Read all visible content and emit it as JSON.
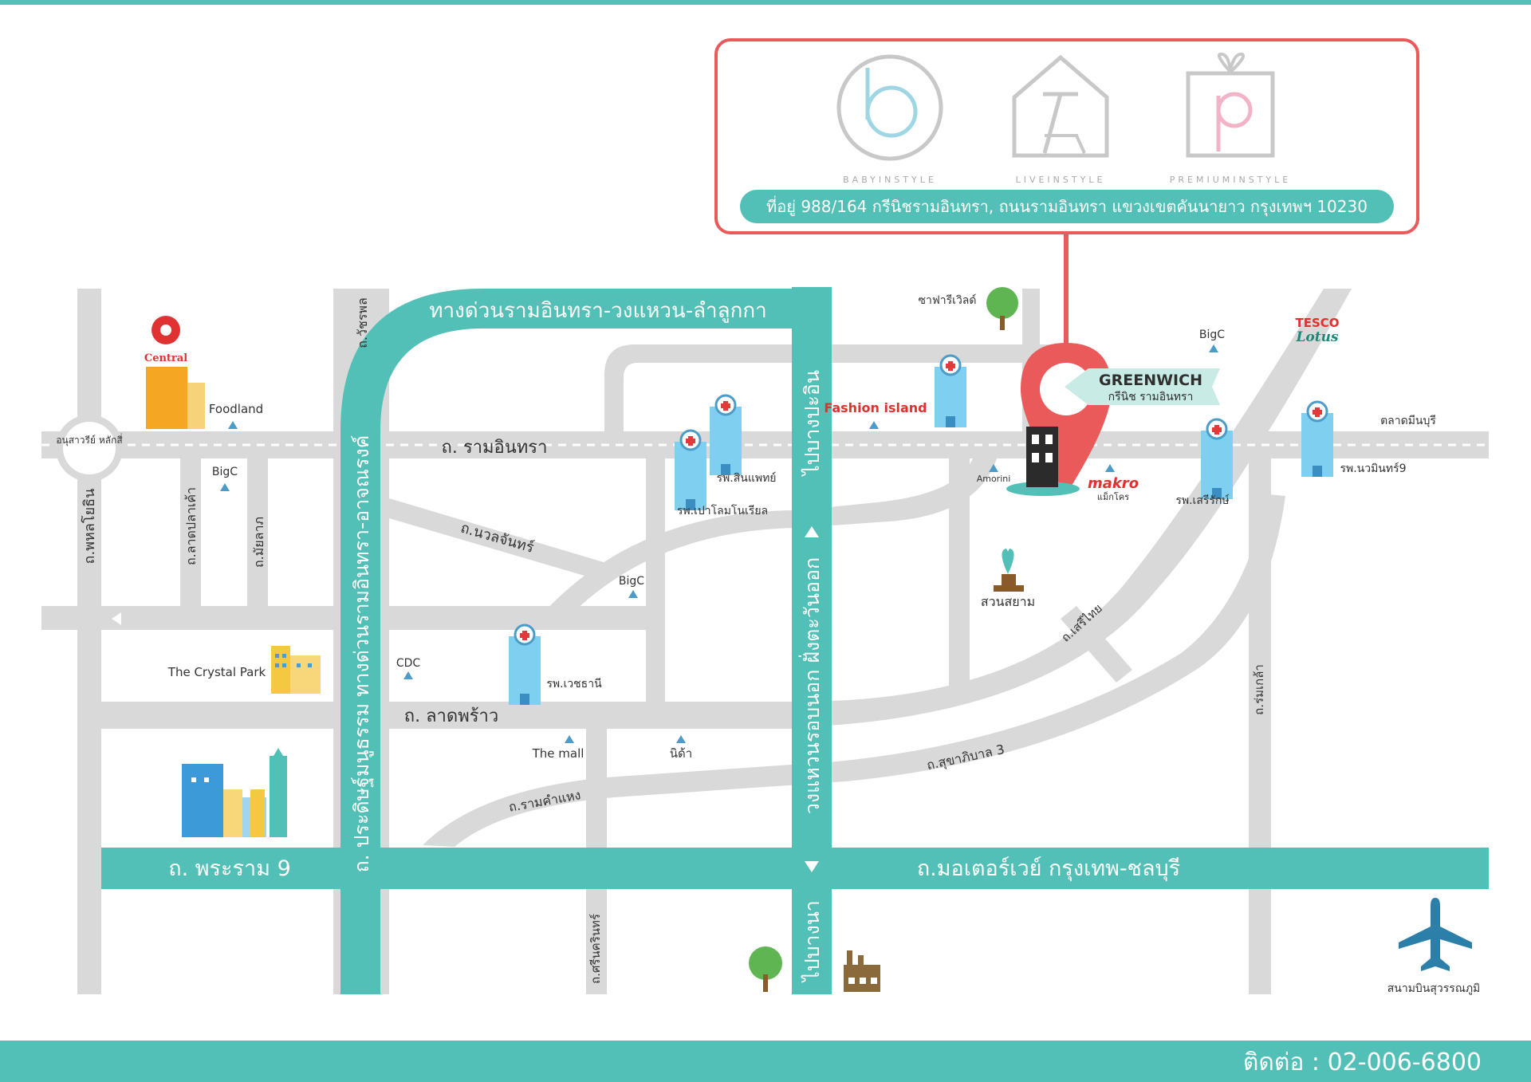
{
  "colors": {
    "teal": "#52c0b6",
    "road": "#d9d9d9",
    "pin": "#eb5a5a",
    "building_blue": "#5bb8e0",
    "text": "#333333"
  },
  "brands": {
    "baby": "BABYINSTYLE",
    "live": "LIVEINSTYLE",
    "premium": "PREMIUMINSTYLE"
  },
  "address": "ที่อยู่ 988/164 กรีนิชรามอินทรา, ถนนรามอินทรา  แขวงเขตคันนายาว กรุงเทพฯ 10230",
  "greenwich": {
    "name": "GREENWICH",
    "thai": "กรีนิช รามอินทรา"
  },
  "roads": {
    "expressway_top": "ทางด่วนรามอินทรา-วงแหวน-ลำลูกกา",
    "expressway_left": "ถ. ประดิษฐ์มนูธรรม ทางด่วนรามอินทรา-อาจณรงค์",
    "outer_ring": "วงแหวนรอบนอก ฝั่งตะวันออก",
    "to_pathum": "ไปบางปะอิน",
    "to_bangna": "ไปบางนา",
    "ram_inthra": "ถ. รามอินทรา",
    "nuanchan": "ถ.นวลจันทร์",
    "lat_phrao": "ถ. ลาดพร้าว",
    "ram_khamhaeng": "ถ.รามคำแหง",
    "sukhaphiban3": "ถ.สุขาภิบาล 3",
    "seri_thai": "ถ.เสรีไทย",
    "rom_klao": "ถ.ร่มเกล้า",
    "srinakarin": "ถ.ศรีนครินทร์",
    "rama9": "ถ. พระราม 9",
    "motorway": "ถ.มอเตอร์เวย์ กรุงเทพ-ชลบุรี",
    "phahon": "ถ.พหลโยธิน",
    "lat_pla_khao": "ถ.ลาดปลาเค้า",
    "maiyalap": "ถ.มัยลาภ",
    "watcharaphon": "ถ.วัชรพล"
  },
  "places": {
    "monument": "อนุสาวรีย์ หลักสี่",
    "central": "Central",
    "foodland": "Foodland",
    "bigc1": "BigC",
    "bigc2": "BigC",
    "bigc3": "BigC",
    "safari": "ซาฟารีเวิลด์",
    "fashion": "Fashion island",
    "tesco": "TESCO",
    "lotus": "Lotus",
    "talat_minburi": "ตลาดมีนบุรี",
    "hosp_sinphaet": "รพ.สินแพทย์",
    "hosp_paolo": "รพ.เปาโลมโนเรียล",
    "hosp_seri": "รพ.เสรีรักษ์",
    "hosp_nawamin": "รพ.นวมินทร์9",
    "hosp_vejthani": "รพ.เวชธานี",
    "amorini": "Amorini",
    "makro": "makro",
    "makro_thai": "แม็กโคร",
    "suan_siam": "สวนสยาม",
    "crystal_park": "The Crystal Park",
    "cdc": "CDC",
    "the_mall": "The mall",
    "nida": "นิด้า",
    "airport": "สนามบินสุวรรณภูมิ"
  },
  "contact": "ติดต่อ :  02-006-6800"
}
